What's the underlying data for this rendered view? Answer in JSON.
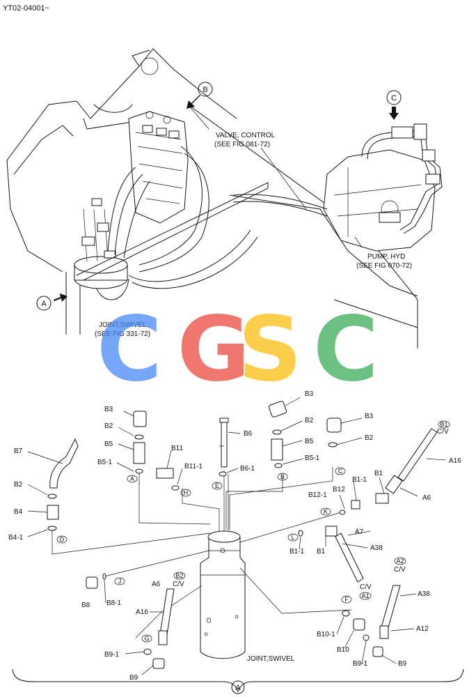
{
  "header": {
    "serial": "YT02-04001~"
  },
  "callouts": {
    "a": "A",
    "b": "B",
    "c": "C"
  },
  "refs": {
    "valve_title": "VALVE, CONTROL",
    "valve_fig": "(SEE FIG 081-72)",
    "pump_title": "PUMP, HYD",
    "pump_fig": "(SEE FIG 070-72)",
    "joint_title": "JOINT,SWIVEL",
    "joint_fig": "(SEE FIG 331-72)"
  },
  "watermark": {
    "letters": [
      "C",
      "G",
      "S",
      "C"
    ],
    "colors": [
      "#4285F4",
      "#EA4335",
      "#FBBC05",
      "#34A853"
    ]
  },
  "detail": {
    "joint_label": "JOINT,SWIVEL",
    "parts": {
      "b3_a": "B3",
      "b2_a": "B2",
      "b5_a": "B5",
      "b51_a": "B5-1",
      "b3_b": "B3",
      "b2_b": "B2",
      "b5_b": "B5",
      "b51_b": "B5-1",
      "b3_c": "B3",
      "b2_c": "B2",
      "b6": "B6",
      "b61": "B6-1",
      "b7": "B7",
      "b2_d": "B2",
      "b4": "B4",
      "b41": "B4-1",
      "b11": "B11",
      "b111": "B11-1",
      "a16_a": "A16",
      "a6_a": "A6",
      "cv_a": "C/V",
      "b1_a": "B1",
      "b11_a": "B1-1",
      "b12": "B12",
      "b121": "B12-1",
      "b11_b": "B1-1",
      "b1_b": "B1",
      "a7": "A7",
      "a38_a": "A38",
      "cv_b": "C/V",
      "cv_c": "C/V",
      "a38_b": "A38",
      "a12": "A12",
      "b8": "B8",
      "b81": "B8-1",
      "a6_b": "A6",
      "cv_d": "C/V",
      "a16_b": "A16",
      "b91_a": "B9-1",
      "b9_a": "B9",
      "b101": "B10-1",
      "b10": "B10",
      "b91_b": "B9-1",
      "b9_b": "B9"
    },
    "ports": {
      "a": "A",
      "b": "B",
      "c": "C",
      "d": "D",
      "e": "E",
      "f": "F",
      "g": "G",
      "h": "H",
      "j": "J",
      "k": "K",
      "l": "L",
      "b1": "B1",
      "b2": "B2",
      "a1": "A1",
      "a2": "A2"
    }
  },
  "footer": {
    "ref": "A"
  }
}
